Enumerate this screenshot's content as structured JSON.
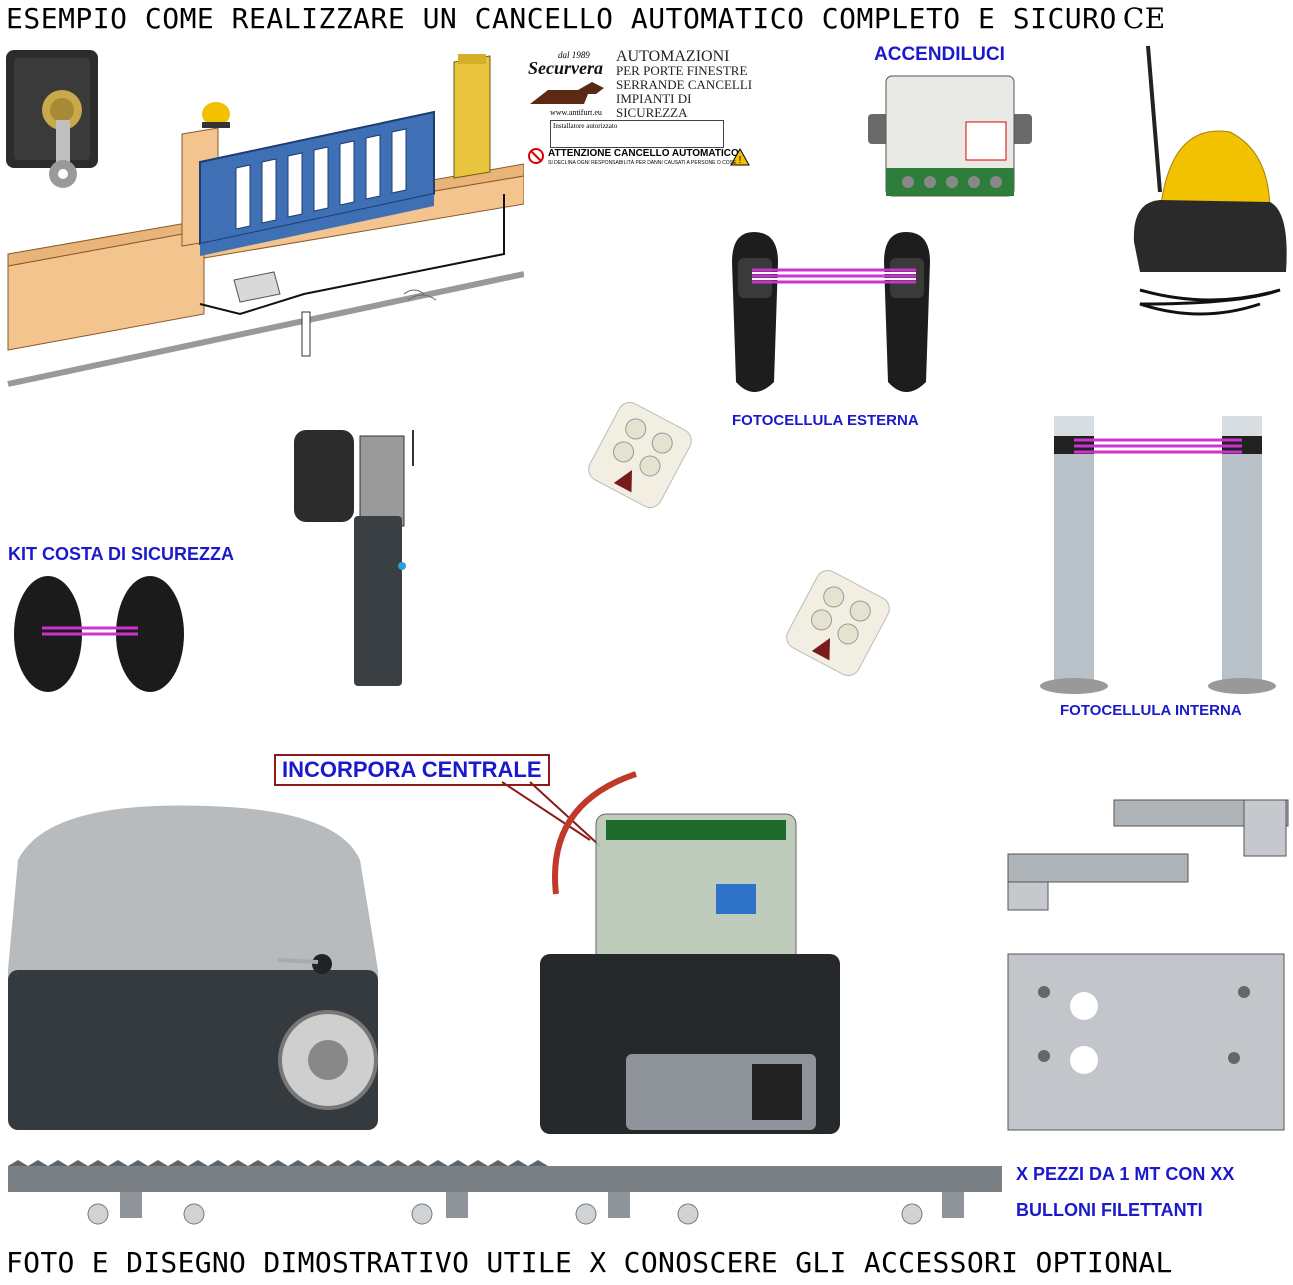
{
  "header": {
    "title": "ESEMPIO COME REALIZZARE UN CANCELLO AUTOMATICO COMPLETO E SICURO",
    "ce_mark": "CE"
  },
  "logo": {
    "brand": "Securvera",
    "since": "dal 1989",
    "lines": [
      "AUTOMAZIONI",
      "PER PORTE FINESTRE",
      "SERRANDE CANCELLI",
      "IMPIANTI DI SICUREZZA"
    ],
    "website": "www.antifurt.eu",
    "installer_label": "Installatore autorizzato",
    "warning_title": "ATTENZIONE CANCELLO AUTOMATICO",
    "warning_sub": "SI DECLINA OGNI RESPONSABILITÀ PER DANNI CAUSATI A PERSONE O COSE"
  },
  "labels": {
    "accendiluci": "ACCENDILUCI",
    "fotocellula_esterna": "FOTOCELLULA ESTERNA",
    "fotocellula_interna": "FOTOCELLULA INTERNA",
    "kit_costa": "KIT COSTA DI SICUREZZA",
    "incorpora_centrale": "INCORPORA CENTRALE",
    "rack_line1": "X PEZZI DA 1 MT CON XX",
    "rack_line2": "BULLONI FILETTANTI"
  },
  "footer": {
    "text": "FOTO E DISEGNO DIMOSTRATIVO UTILE X CONOSCERE GLI ACCESSORI OPTIONAL"
  },
  "colors": {
    "label_blue": "#1a1acc",
    "beam": "#cc33cc",
    "gate_blue": "#3f6fb5",
    "lamp_yellow": "#f2c200"
  }
}
